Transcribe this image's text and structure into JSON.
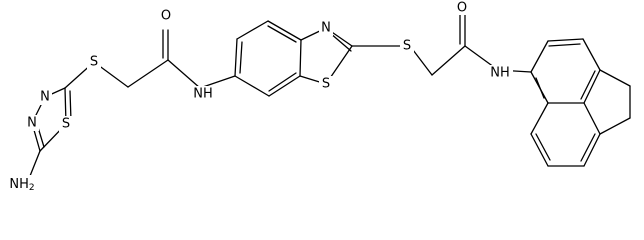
{
  "structure": {
    "atom_labels": {
      "amino_n": "NH",
      "amino_sub": "2",
      "thiadiazole_n1": "N",
      "thiadiazole_n2": "N",
      "thiadiazole_s": "S",
      "thioether_s1": "S",
      "amide_o1": "O",
      "amide_nh1": "NH",
      "benzothiazole_n": "N",
      "benzothiazole_s": "S",
      "thioether_s2": "S",
      "amide_o2": "O",
      "amide_nh2": "NH"
    }
  }
}
